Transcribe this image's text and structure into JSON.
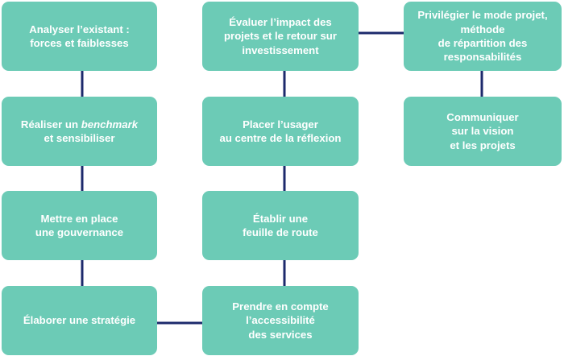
{
  "colors": {
    "box_fill": "#6ccbb6",
    "connector": "#1d2a6c",
    "text": "#ffffff",
    "background": "#ffffff"
  },
  "steps": [
    {
      "id": "b1",
      "lines": [
        "Analyser l’existant :",
        "forces et faiblesses"
      ]
    },
    {
      "id": "b2",
      "lines": [
        "Réaliser un benchmark",
        "et sensibiliser"
      ],
      "italic_word": "benchmark"
    },
    {
      "id": "b3",
      "lines": [
        "Mettre en place",
        "une gouvernance"
      ]
    },
    {
      "id": "b4",
      "lines": [
        "Élaborer une stratégie"
      ]
    },
    {
      "id": "b8",
      "lines": [
        "Prendre en compte",
        "l’accessibilité",
        "des services"
      ]
    },
    {
      "id": "b7",
      "lines": [
        "Établir une",
        "feuille de route"
      ]
    },
    {
      "id": "b6",
      "lines": [
        "Placer l’usager",
        "au centre de la réflexion"
      ]
    },
    {
      "id": "b5",
      "lines": [
        "Évaluer l’impact des",
        "projets et le retour sur",
        "investissement"
      ]
    },
    {
      "id": "b9",
      "lines": [
        "Privilégier le mode projet,",
        "méthode",
        "de répartition des",
        "responsabilités"
      ]
    },
    {
      "id": "b10",
      "lines": [
        "Communiquer",
        "sur la vision",
        "et les projets"
      ]
    }
  ],
  "connections": [
    [
      "b1",
      "b2"
    ],
    [
      "b2",
      "b3"
    ],
    [
      "b3",
      "b4"
    ],
    [
      "b4",
      "b8"
    ],
    [
      "b8",
      "b7"
    ],
    [
      "b7",
      "b6"
    ],
    [
      "b6",
      "b5"
    ],
    [
      "b5",
      "b9"
    ],
    [
      "b9",
      "b10"
    ]
  ]
}
